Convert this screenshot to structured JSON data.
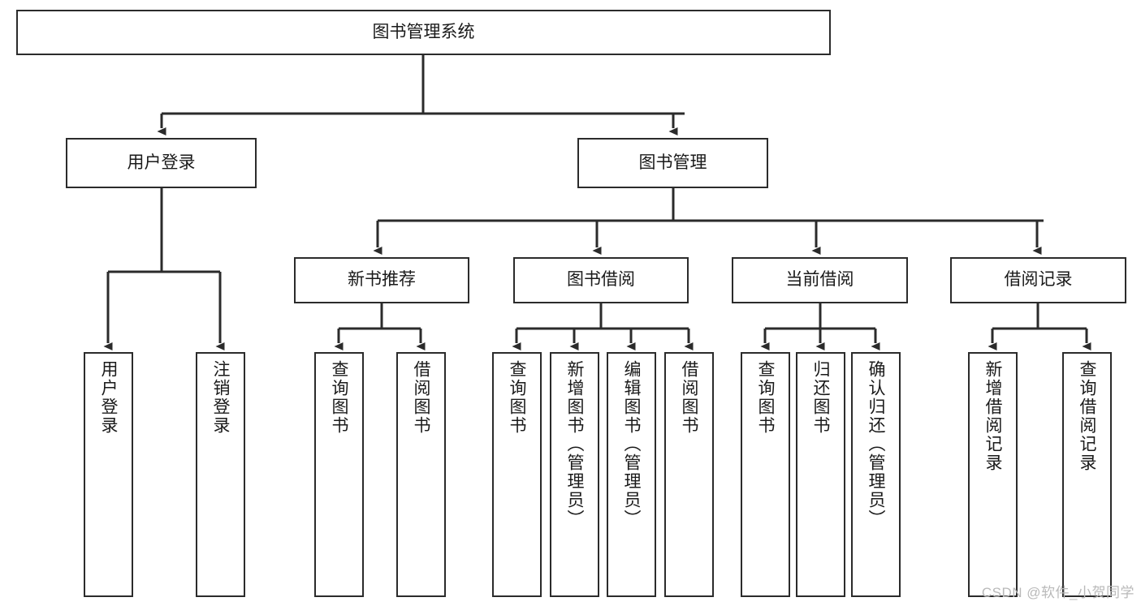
{
  "diagram": {
    "title": "图书管理系统",
    "type": "tree-hierarchy",
    "watermark": "CSDN @软件_小贺同学",
    "colors": {
      "background": "#ffffff",
      "box_border": "#2b2b2b",
      "box_fill": "#ffffff",
      "edge": "#2b2b2b",
      "text": "#1a1a1a",
      "watermark": "#b9b9b9"
    },
    "root": {
      "id": "root",
      "label": "图书管理系统"
    },
    "level1": [
      {
        "id": "user-login",
        "label": "用户登录"
      },
      {
        "id": "book-manage",
        "label": "图书管理"
      }
    ],
    "level2": [
      {
        "id": "new-book-recommend",
        "label": "新书推荐",
        "parent": "book-manage"
      },
      {
        "id": "book-borrow",
        "label": "图书借阅",
        "parent": "book-manage"
      },
      {
        "id": "current-borrow",
        "label": "当前借阅",
        "parent": "book-manage"
      },
      {
        "id": "borrow-record",
        "label": "借阅记录",
        "parent": "book-manage"
      }
    ],
    "leaves": [
      {
        "id": "leaf-user-login",
        "label": "用户登录",
        "parent": "user-login"
      },
      {
        "id": "leaf-logout-login",
        "label": "注销登录",
        "parent": "user-login"
      },
      {
        "id": "leaf-query-book-1",
        "label": "查询图书",
        "parent": "new-book-recommend"
      },
      {
        "id": "leaf-borrow-book-1",
        "label": "借阅图书",
        "parent": "new-book-recommend"
      },
      {
        "id": "leaf-query-book-2",
        "label": "查询图书",
        "parent": "book-borrow"
      },
      {
        "id": "leaf-add-book",
        "label": "新增图书（管理员）",
        "parent": "book-borrow"
      },
      {
        "id": "leaf-edit-book",
        "label": "编辑图书（管理员）",
        "parent": "book-borrow"
      },
      {
        "id": "leaf-borrow-book-2",
        "label": "借阅图书",
        "parent": "book-borrow"
      },
      {
        "id": "leaf-query-book-3",
        "label": "查询图书",
        "parent": "current-borrow"
      },
      {
        "id": "leaf-return-book",
        "label": "归还图书",
        "parent": "current-borrow"
      },
      {
        "id": "leaf-confirm-return",
        "label": "确认归还（管理员）",
        "parent": "current-borrow"
      },
      {
        "id": "leaf-add-record",
        "label": "新增借阅记录",
        "parent": "borrow-record"
      },
      {
        "id": "leaf-query-record",
        "label": "查询借阅记录",
        "parent": "borrow-record"
      }
    ]
  }
}
